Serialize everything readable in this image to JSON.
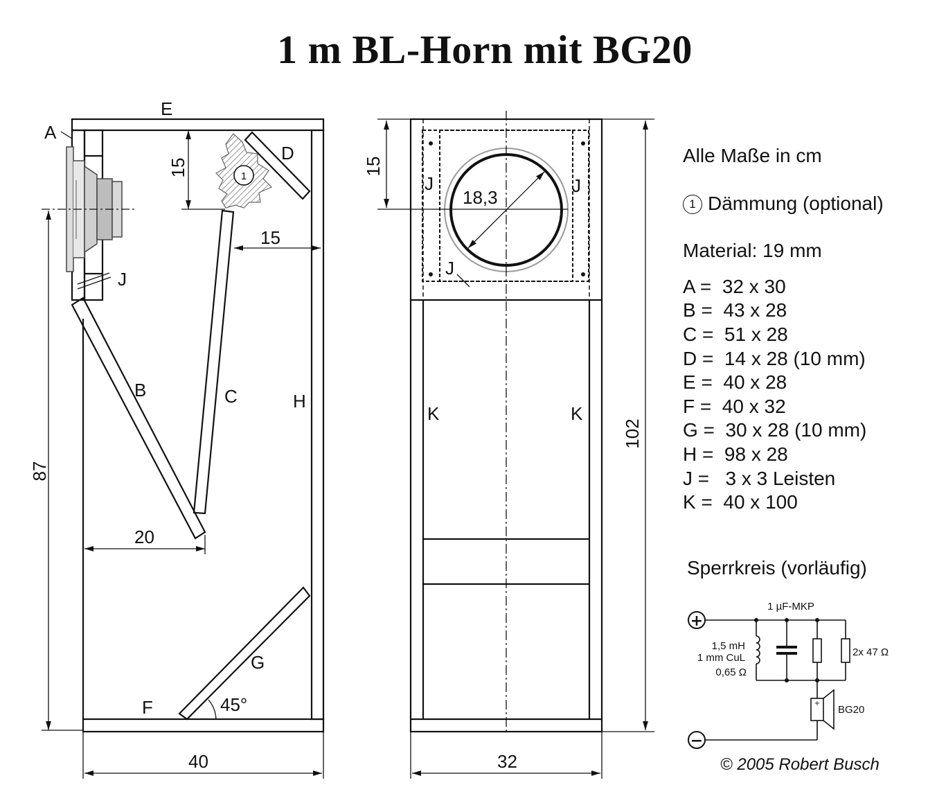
{
  "title": "1 m BL-Horn mit BG20",
  "side_view": {
    "part_labels": {
      "A": "A",
      "B": "B",
      "C": "C",
      "D": "D",
      "E": "E",
      "F": "F",
      "G": "G",
      "H": "H",
      "J": "J"
    },
    "dimensions": {
      "top_gap": "15",
      "slot": "15",
      "height": "87",
      "bottom_offset": "20",
      "width": "40",
      "angle": "45°"
    },
    "insulation_marker": "1"
  },
  "front_view": {
    "part_labels": {
      "J": "J",
      "K": "K"
    },
    "dimensions": {
      "top": "15",
      "diameter": "18,3",
      "height": "102",
      "width": "32"
    }
  },
  "legend": {
    "units": "Alle Maße in cm",
    "insulation_marker": "1",
    "insulation": "Dämmung (optional)",
    "material": "Material: 19 mm",
    "parts": [
      "A =  32 x 30",
      "B =  43 x 28",
      "C =  51 x 28",
      "D =  14 x 28 (10 mm)",
      "E =  40 x 28",
      "F =  40 x 32",
      "G =  30 x 28 (10 mm)",
      "H =  98 x 28",
      "J =   3 x 3 Leisten",
      "K =  40 x 100"
    ]
  },
  "crossover": {
    "title": "Sperrkreis (vorläufig)",
    "capacitor": "1 µF-MKP",
    "inductor_1": "1,5 mH",
    "inductor_2": "1 mm CuL",
    "inductor_3": "0,65 Ω",
    "resistor": "2x 47 Ω",
    "driver": "BG20",
    "plus": "+",
    "minus": "−"
  },
  "copyright": "© 2005 Robert Busch"
}
